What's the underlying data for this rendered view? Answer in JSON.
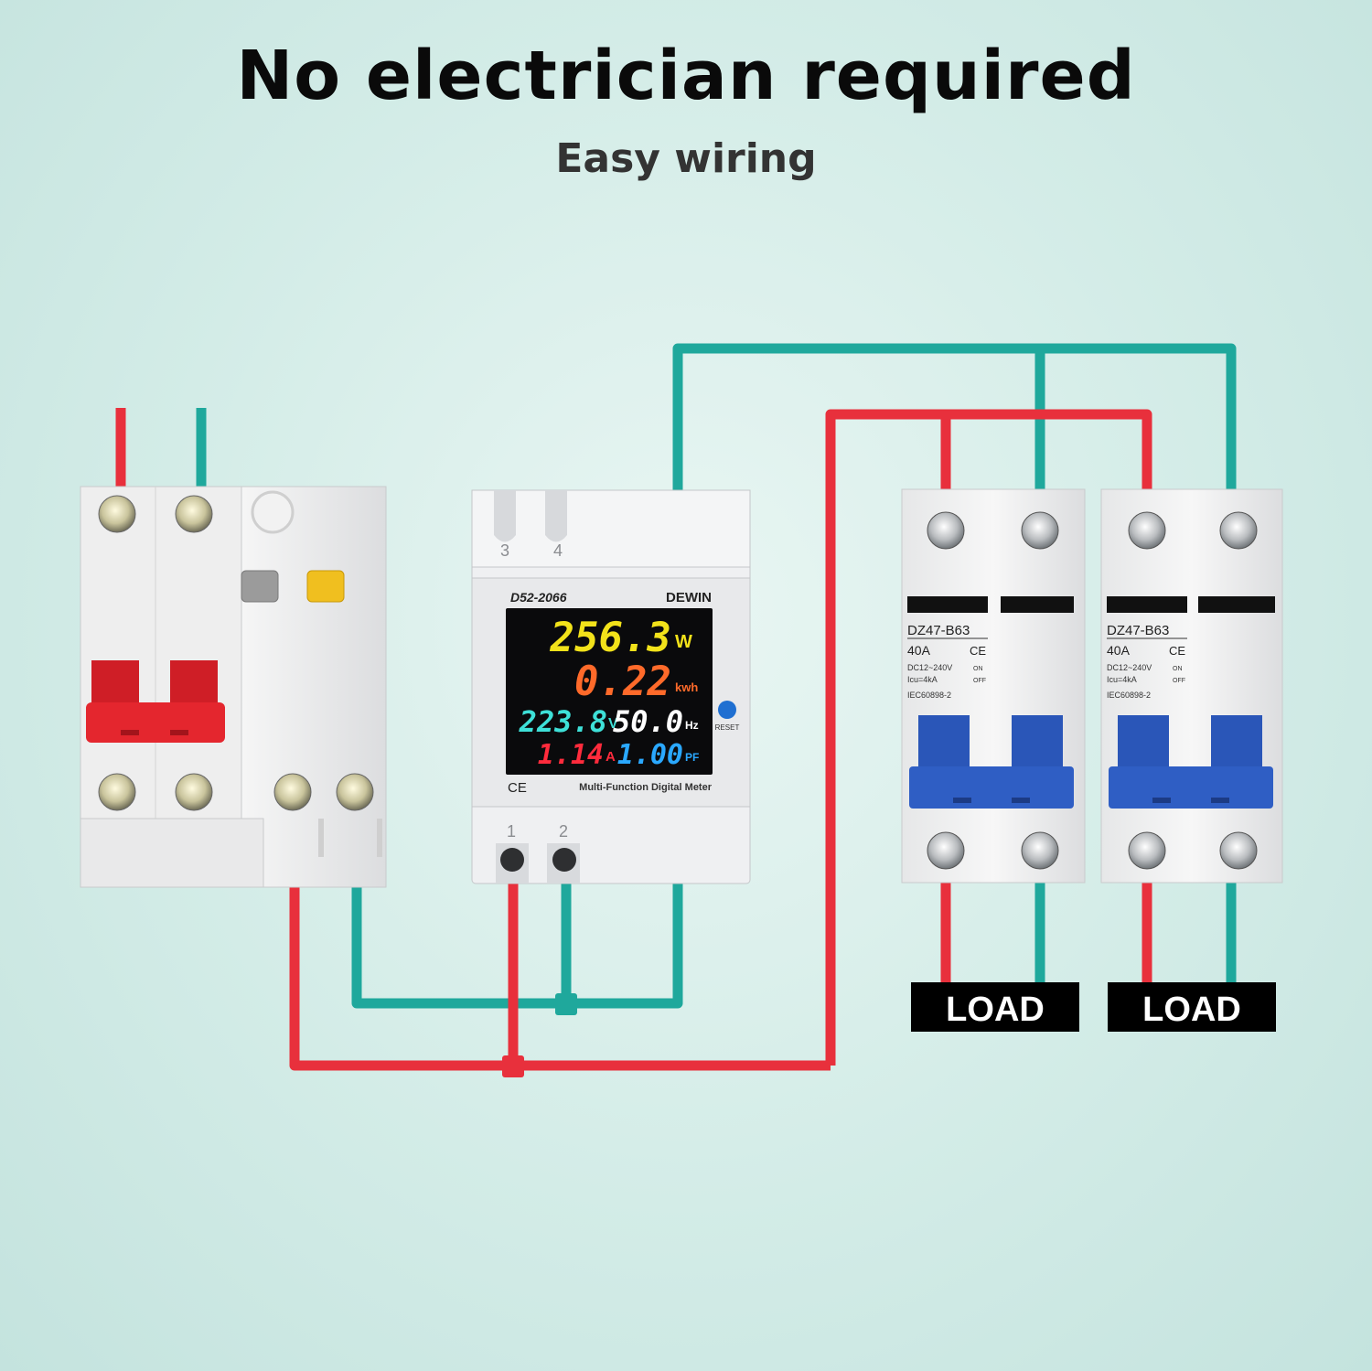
{
  "heading": {
    "title": "No electrician required",
    "subtitle": "Easy wiring"
  },
  "colors": {
    "live_wire": "#e8303c",
    "neutral_wire": "#1fa89c",
    "display_power": "#f2e21a",
    "display_energy": "#ff6a2a",
    "display_voltage": "#3ee0d8",
    "display_frequency": "#ffffff",
    "display_current": "#ff2b3c",
    "display_pf": "#2aa8ff",
    "mcb_handle": "#2a56b8",
    "rcbo_handle": "#e4262e"
  },
  "meter": {
    "model": "D52-2066",
    "brand": "DEWIN",
    "terminal_top": [
      "3",
      "4"
    ],
    "terminal_bottom": [
      "1",
      "2"
    ],
    "reset_label": "RESET",
    "ce_mark": "CE",
    "caption": "Multi-Function Digital Meter",
    "readings": {
      "power": "256.3",
      "power_unit": "W",
      "energy": "0.22",
      "energy_unit": "kwh",
      "voltage": "223.8",
      "voltage_unit": "V",
      "frequency": "50.0",
      "frequency_unit": "Hz",
      "current": "1.14",
      "current_unit": "A",
      "power_factor": "1.00",
      "power_factor_unit": "PF"
    }
  },
  "breakers": [
    {
      "model": "DZ47-B63",
      "rating": "40A",
      "ce_mark": "CE",
      "spec_voltage": "DC12~240V",
      "spec_icu": "Icu=4kA",
      "standard": "IEC60898-2",
      "state_on": "ON",
      "state_off": "OFF",
      "load_label": "LOAD"
    },
    {
      "model": "DZ47-B63",
      "rating": "40A",
      "ce_mark": "CE",
      "spec_voltage": "DC12~240V",
      "spec_icu": "Icu=4kA",
      "standard": "IEC60898-2",
      "state_on": "ON",
      "state_off": "OFF",
      "load_label": "LOAD"
    }
  ]
}
